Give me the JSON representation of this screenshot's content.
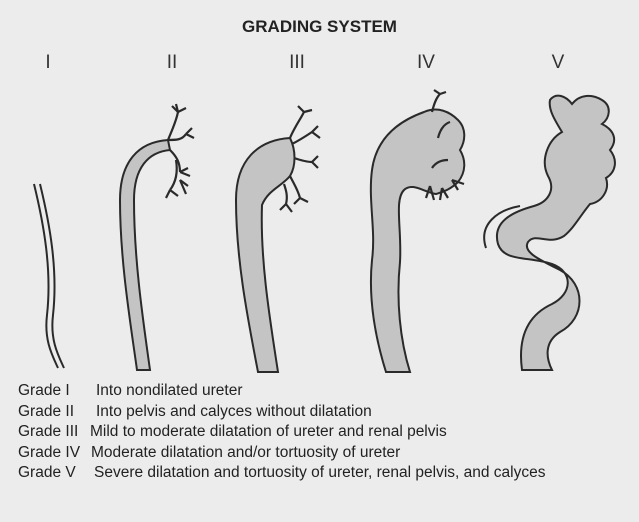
{
  "title": "GRADING SYSTEM",
  "grades": [
    "I",
    "II",
    "III",
    "IV",
    "V"
  ],
  "legend": [
    {
      "grade": "Grade I",
      "desc": "Into nondilated ureter"
    },
    {
      "grade": "Grade II",
      "desc": "Into pelvis and calyces without dilatation"
    },
    {
      "grade": "Grade III",
      "desc": "Mild to moderate dilatation of ureter and renal pelvis"
    },
    {
      "grade": "Grade IV",
      "desc": "Moderate dilatation and/or tortuosity of ureter"
    },
    {
      "grade": "Grade V",
      "desc": "Severe dilatation and tortuosity of ureter, renal pelvis, and calyces"
    }
  ],
  "colors": {
    "background": "#ececec",
    "fill": "#c4c4c4",
    "stroke": "#2a2a2a"
  }
}
